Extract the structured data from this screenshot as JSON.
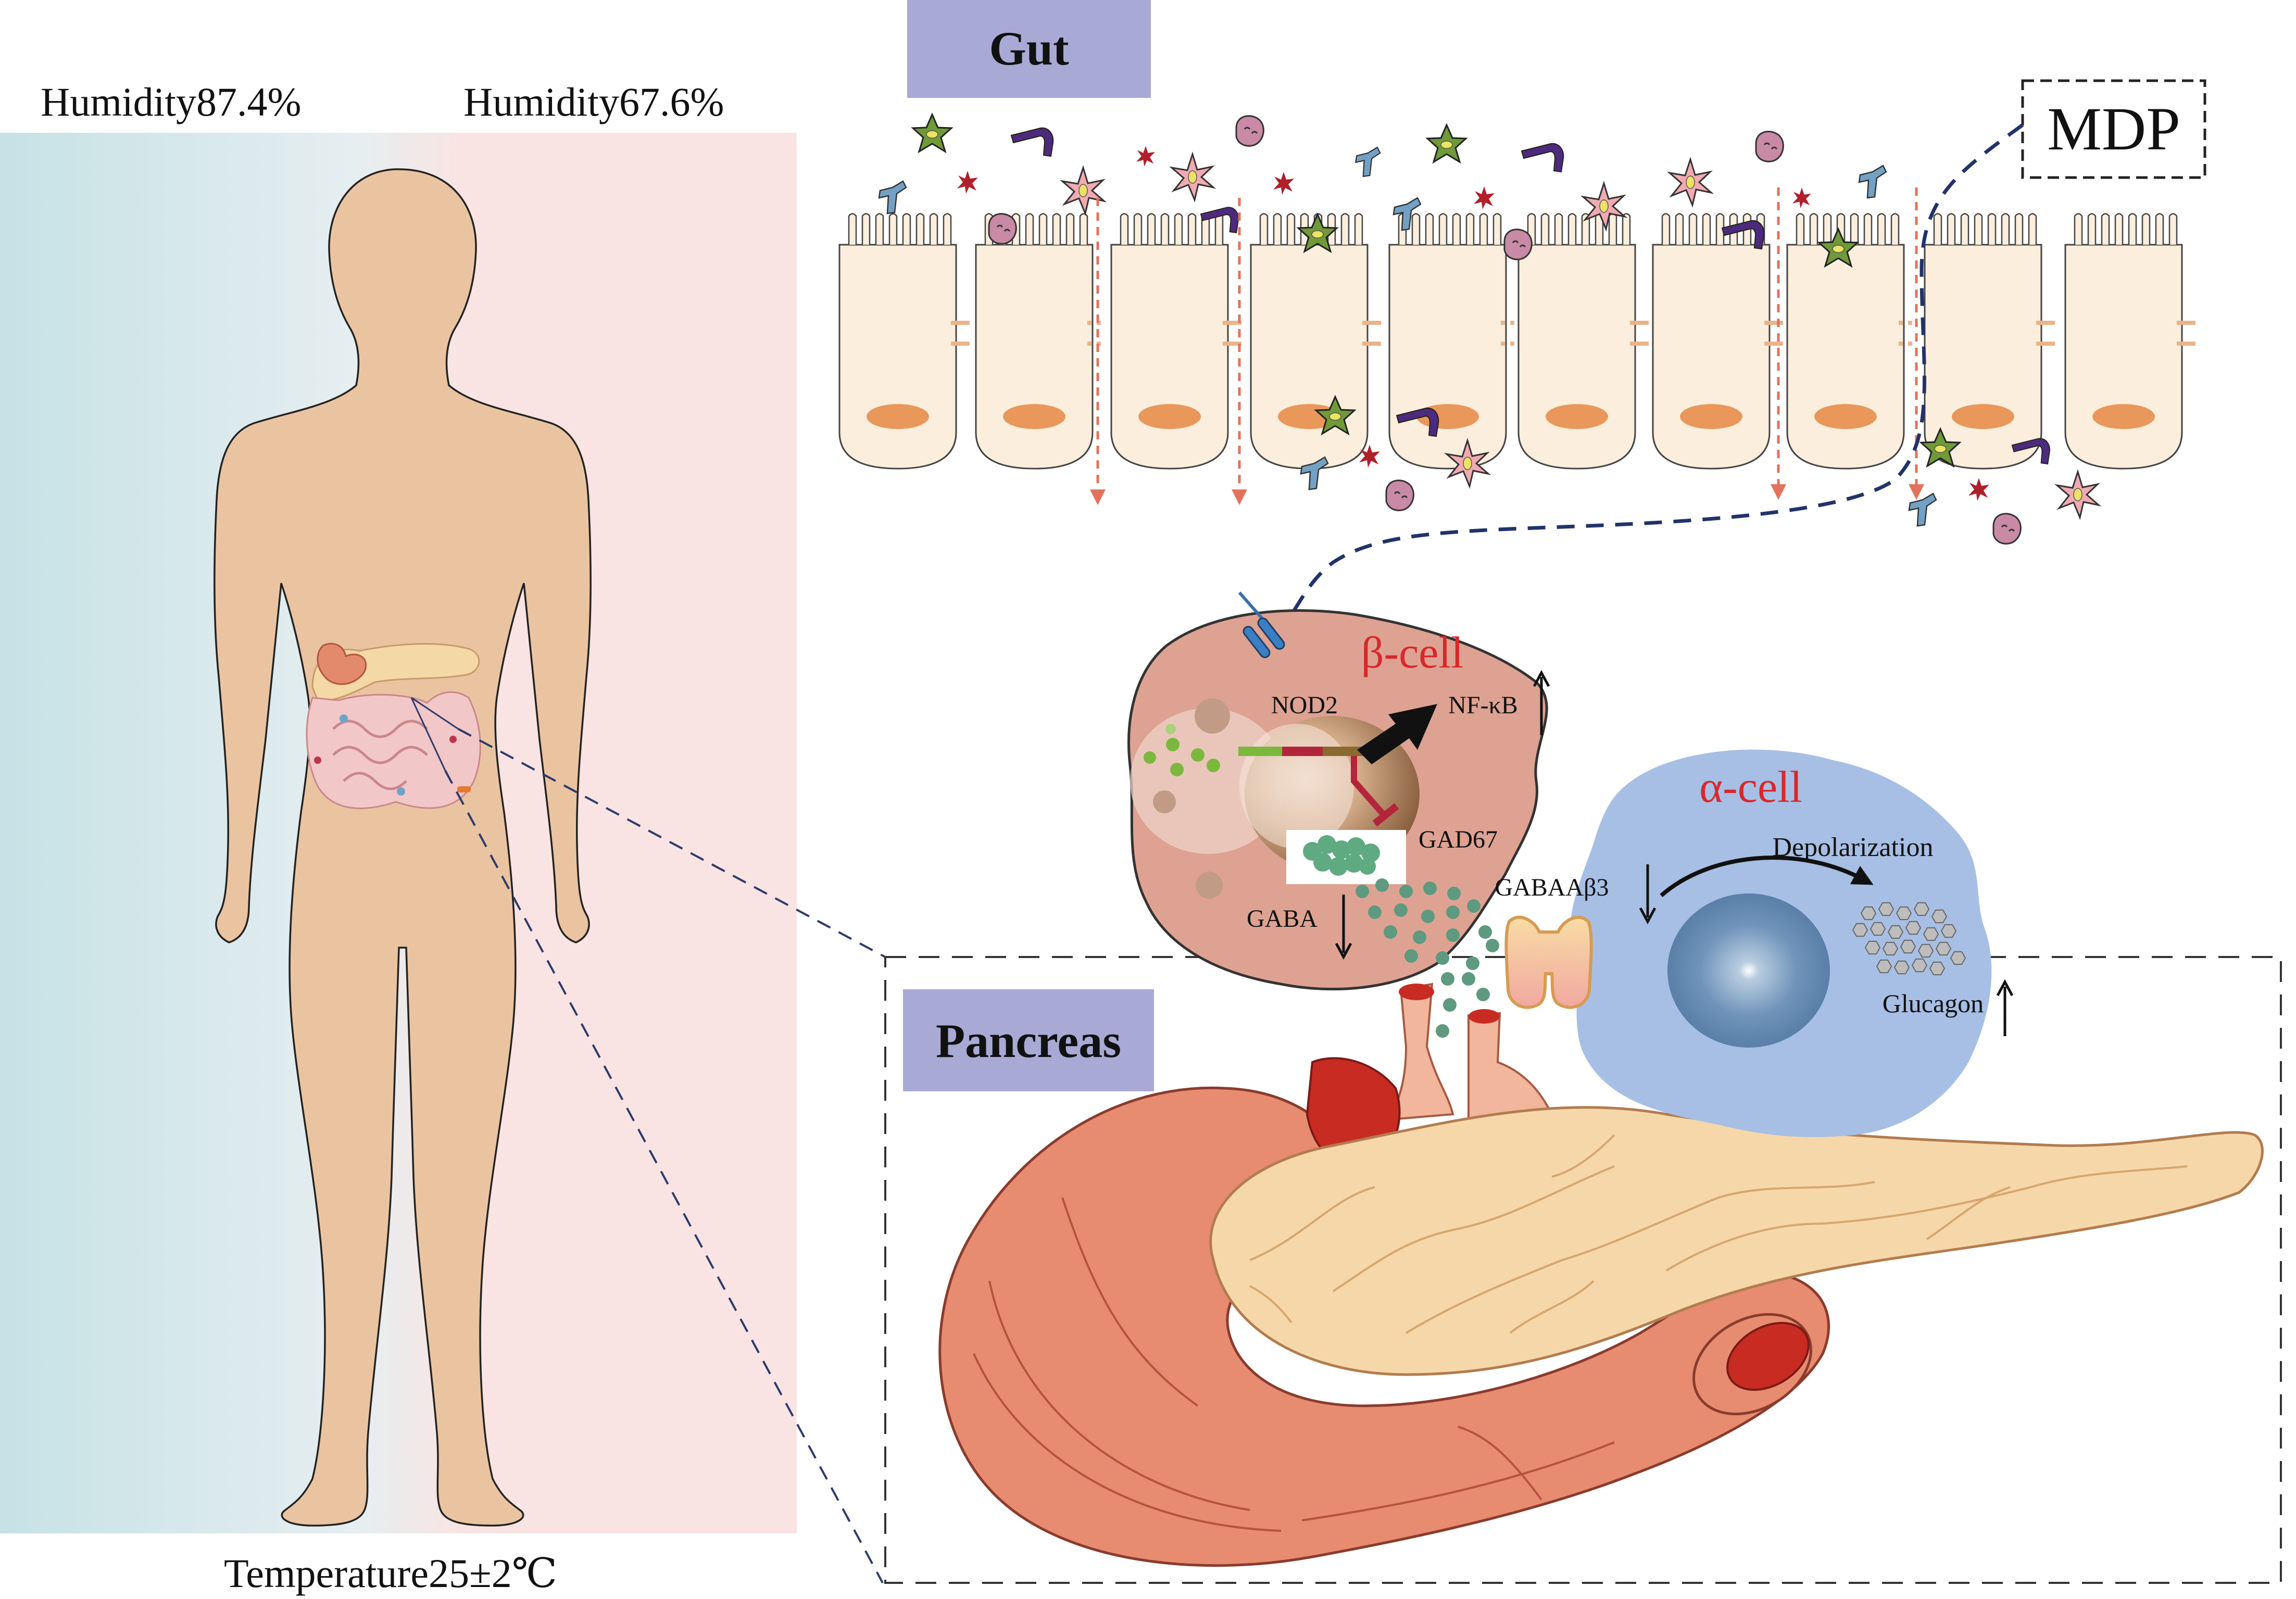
{
  "environment": {
    "humidity_left": "Humidity87.4%",
    "humidity_right": "Humidity67.6%",
    "temperature": "Temperature25±2℃"
  },
  "gut": {
    "title": "Gut",
    "mdp_label": "MDP"
  },
  "beta_cell": {
    "title": "β-cell",
    "nod2": "NOD2",
    "nfkb": "NF-κB",
    "gad67": "GAD67",
    "gaba": "GABA"
  },
  "alpha_cell": {
    "title": "α-cell",
    "receptor": "GABAAβ3",
    "depolarization": "Depolarization",
    "glucagon": "Glucagon"
  },
  "pancreas": {
    "title": "Pancreas"
  },
  "colors": {
    "label_box": "#a9a9d6",
    "humid_left": "#c6e2e6",
    "humid_right": "#f9e4e3",
    "skin": "#eac4a1",
    "beta_cell": "#dea292",
    "alpha_cell": "#a7bfe4",
    "highlight_red": "#d9272b",
    "gut_cell": "#fbeedc",
    "nucleus": "#e9975a"
  },
  "icons": {
    "up_arrow": "up-arrow-icon",
    "down_arrow": "down-arrow-icon",
    "receptor": "receptor-icon"
  }
}
